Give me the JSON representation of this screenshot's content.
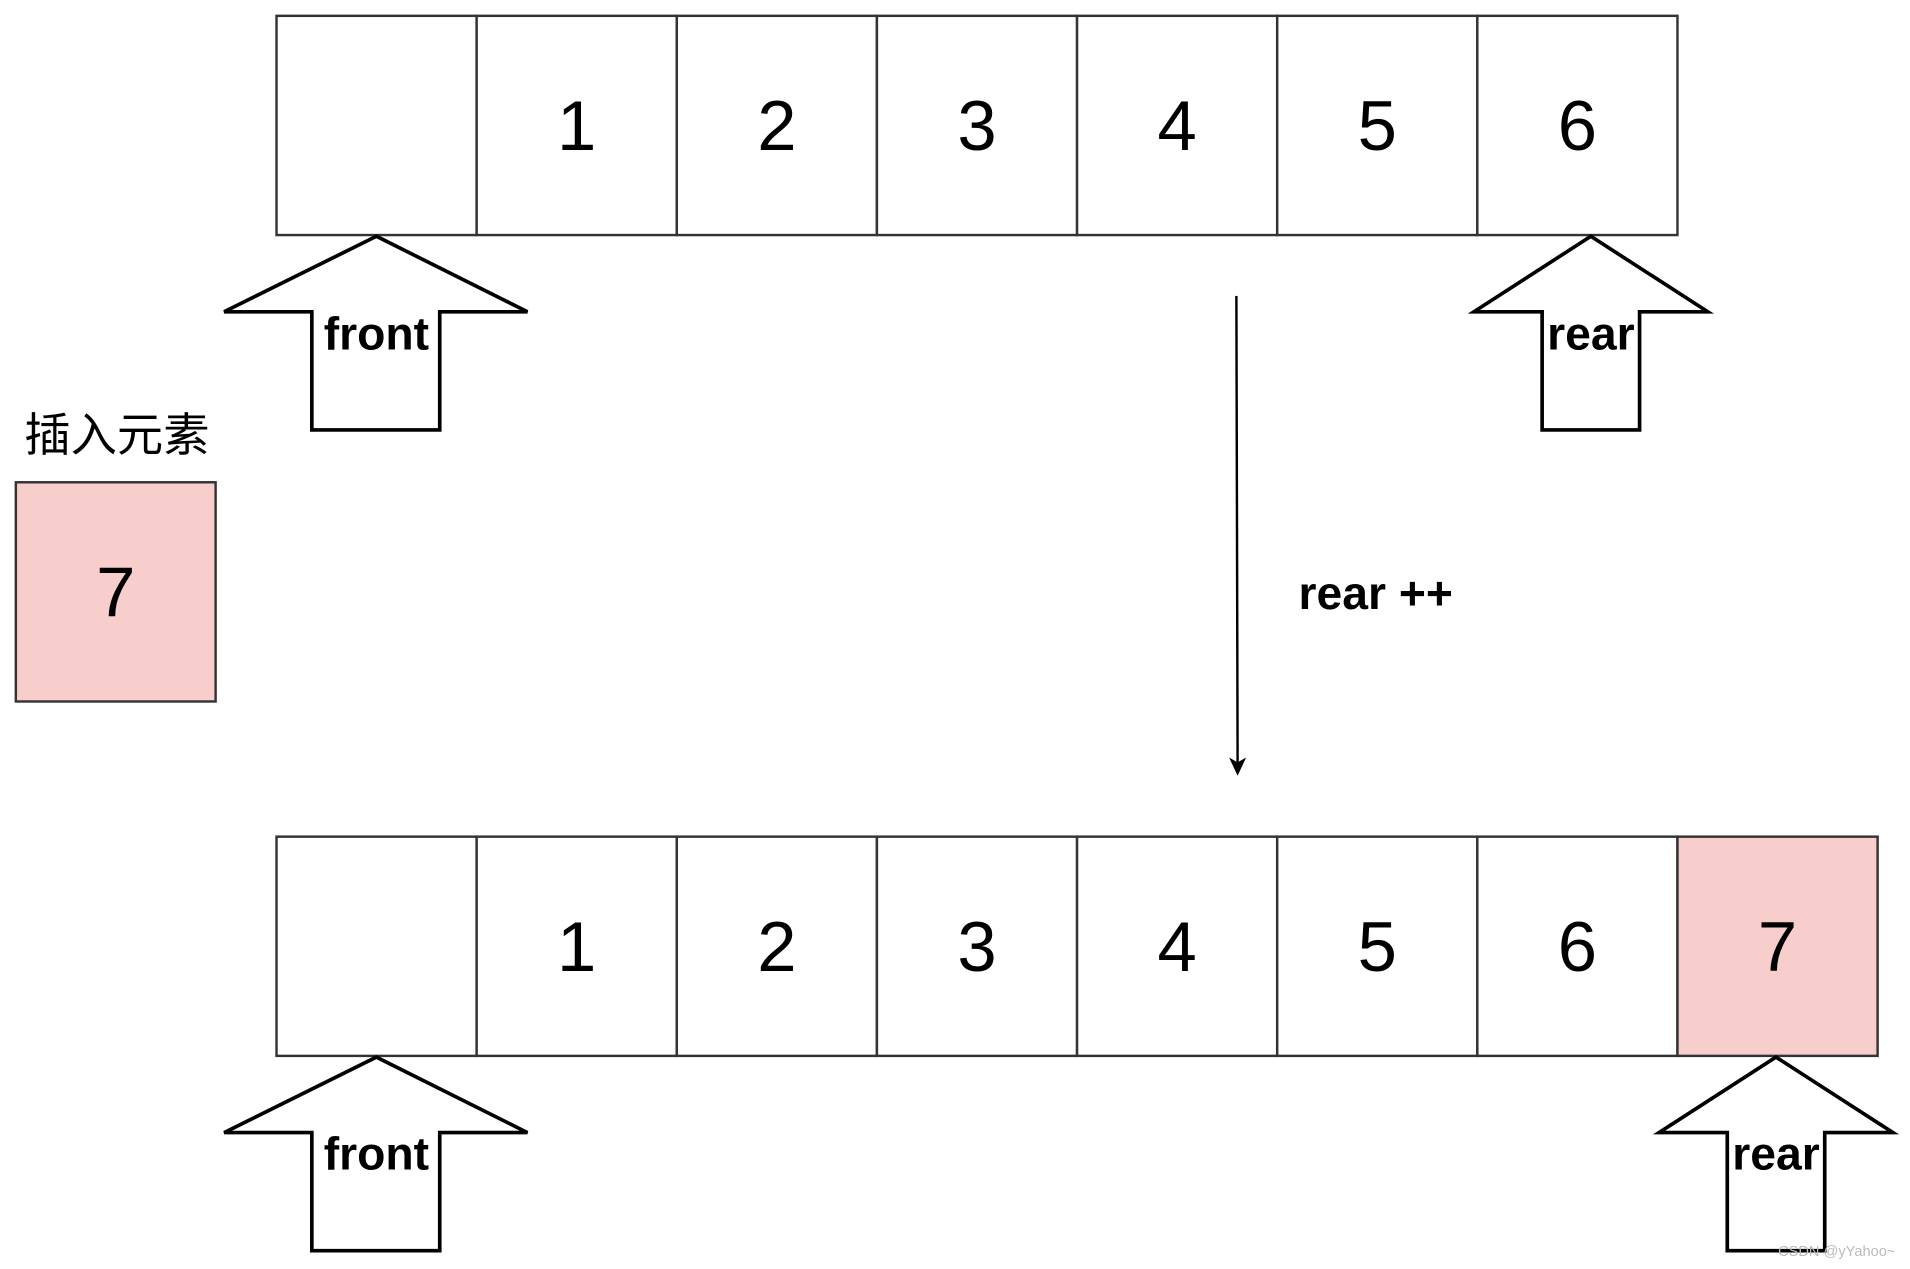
{
  "before_queue": {
    "cells": [
      "",
      "1",
      "2",
      "3",
      "4",
      "5",
      "6"
    ],
    "front_label": "front",
    "rear_label": "rear"
  },
  "insert": {
    "caption": "插入元素",
    "value": "7",
    "color": "#f8cecc"
  },
  "step": {
    "label": "rear ++"
  },
  "after_queue": {
    "cells": [
      "",
      "1",
      "2",
      "3",
      "4",
      "5",
      "6",
      "7"
    ],
    "highlight_index": 7,
    "front_label": "front",
    "rear_label": "rear"
  },
  "watermark": "CSDN @yYahoo~"
}
